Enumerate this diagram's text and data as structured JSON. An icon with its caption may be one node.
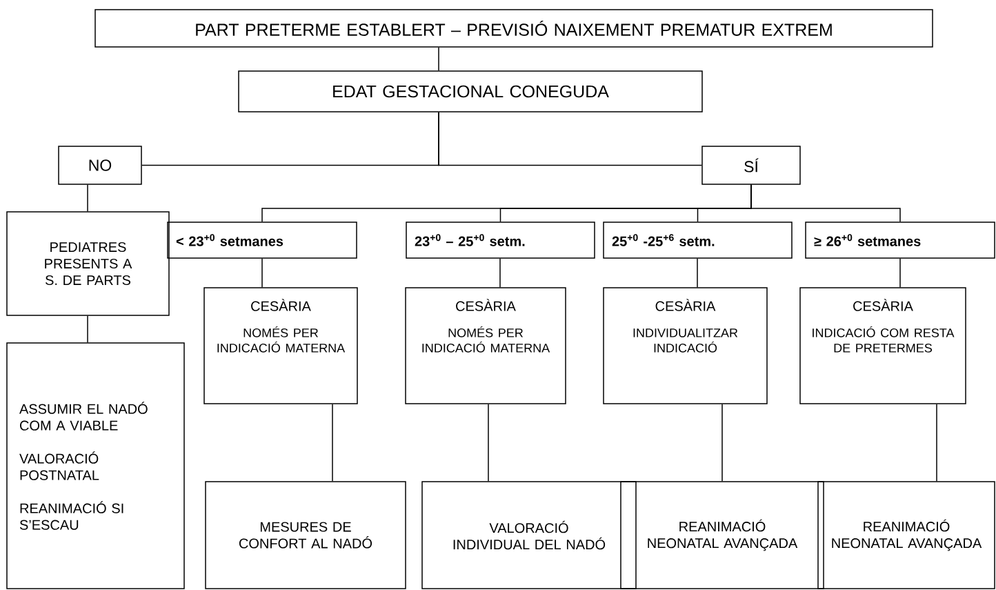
{
  "diagram": {
    "nodes": [
      {
        "text": [
          "PART PRETERME ESTABLERT – PREVISIÓ NAIXEMENT PREMATUR EXTREM"
        ]
      },
      {
        "text": [
          "EDAT GESTACIONAL CONEGUDA"
        ]
      },
      {
        "text": [
          "NO"
        ]
      },
      {
        "text": [
          "SÍ"
        ]
      },
      {
        "text": [
          "PEDIATRES PRESENTS A S. DE PARTS"
        ]
      },
      {
        "text": [
          "ASSUMIR EL NADÓ COM A VIABLE",
          "VALORACIÓ POSTNATAL",
          "REANIMACIÓ SI S’ESCAU"
        ]
      },
      {
        "text": [
          "< 23$^{+0}$ setmanes"
        ]
      },
      {
        "text": [
          "23$^{+0}$ – 25$^{+0}$ setm."
        ]
      },
      {
        "text": [
          "25$^{+0}$ -25$^{+6}$ setm."
        ]
      },
      {
        "text": [
          "≥ 26$^{+0}$ setmanes"
        ]
      },
      {
        "text": [
          "CESÀRIA",
          "NOMÉS PER INDICACIÓ MATERNA"
        ]
      },
      {
        "text": [
          "CESÀRIA",
          "NOMÉS PER INDICACIÓ MATERNA"
        ]
      },
      {
        "text": [
          "CESÀRIA",
          "INDIVIDUALITZAR INDICACIÓ"
        ]
      },
      {
        "text": [
          "CESÀRIA",
          "INDICACIÓ COM RESTA DE PRETERMES"
        ]
      },
      {
        "text": [
          "MESURES DE CONFORT AL NADÓ"
        ]
      },
      {
        "text": [
          "VALORACIÓ INDIVIDUAL DEL NADÓ"
        ]
      },
      {
        "text": [
          "REANIMACIÓ NEONATAL AVANÇADA"
        ]
      },
      {
        "text": [
          "REANIMACIÓ NEONATAL AVANÇADA"
        ]
      }
    ],
    "edges": [
      {
        "from": 0,
        "to": 1,
        "arrow": "none"
      },
      {
        "from": 1,
        "to": 2,
        "arrow": "none"
      },
      {
        "from": 1,
        "to": 3,
        "arrow": "none"
      },
      {
        "from": 2,
        "to": 4,
        "arrow": "none"
      },
      {
        "from": 4,
        "to": 5,
        "arrow": "none"
      },
      {
        "from": 3,
        "to": 6,
        "arrow": "none"
      },
      {
        "from": 3,
        "to": 7,
        "arrow": "none"
      },
      {
        "from": 3,
        "to": 8,
        "arrow": "none"
      },
      {
        "from": 3,
        "to": 9,
        "arrow": "none"
      },
      {
        "from": 6,
        "to": 10,
        "arrow": "none"
      },
      {
        "from": 7,
        "to": 11,
        "arrow": "none"
      },
      {
        "from": 8,
        "to": 12,
        "arrow": "none"
      },
      {
        "from": 9,
        "to": 13,
        "arrow": "none"
      },
      {
        "from": 10,
        "to": 14,
        "arrow": "none"
      },
      {
        "from": 11,
        "to": 15,
        "arrow": "none"
      },
      {
        "from": 12,
        "to": 16,
        "arrow": "none"
      },
      {
        "from": 13,
        "to": 17,
        "arrow": "none"
      }
    ]
  }
}
